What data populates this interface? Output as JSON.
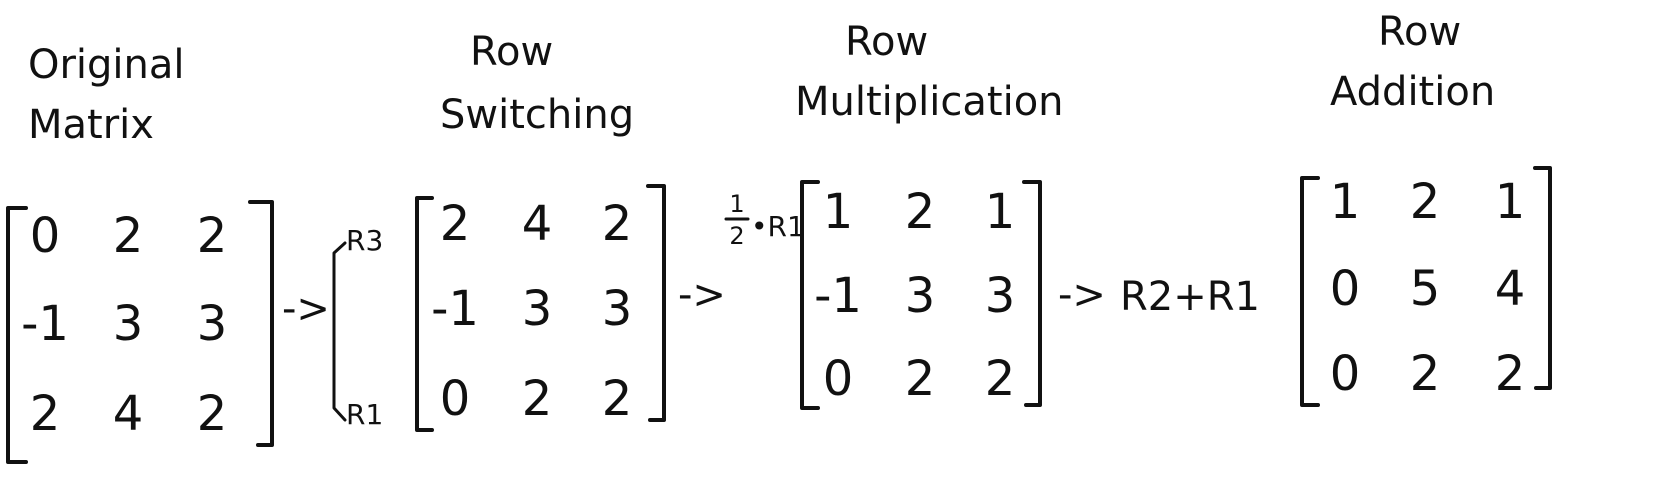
{
  "steps": [
    {
      "heading": [
        "Original",
        "Matrix"
      ]
    },
    {
      "heading": [
        "Row",
        "Switching"
      ]
    },
    {
      "heading": [
        "Row",
        "Multiplication"
      ]
    },
    {
      "heading": [
        "Row",
        "Addition"
      ]
    }
  ],
  "matrices": [
    {
      "rows": [
        [
          "0",
          "2",
          "2"
        ],
        [
          "-1",
          "3",
          "3"
        ],
        [
          "2",
          "4",
          "2"
        ]
      ]
    },
    {
      "rows": [
        [
          "2",
          "4",
          "2"
        ],
        [
          "-1",
          "3",
          "3"
        ],
        [
          "0",
          "2",
          "2"
        ]
      ]
    },
    {
      "rows": [
        [
          "1",
          "2",
          "1"
        ],
        [
          "-1",
          "3",
          "3"
        ],
        [
          "0",
          "2",
          "2"
        ]
      ]
    },
    {
      "rows": [
        [
          "1",
          "2",
          "1"
        ],
        [
          "0",
          "5",
          "4"
        ],
        [
          "0",
          "2",
          "2"
        ]
      ]
    }
  ],
  "arrows": [
    "->",
    "->",
    "->"
  ],
  "operations": {
    "switch_top": "R3",
    "switch_bottom": "R1",
    "multiply_numerator": "1",
    "multiply_denominator": "2",
    "multiply_row": "•R1",
    "add": "R2+R1"
  }
}
